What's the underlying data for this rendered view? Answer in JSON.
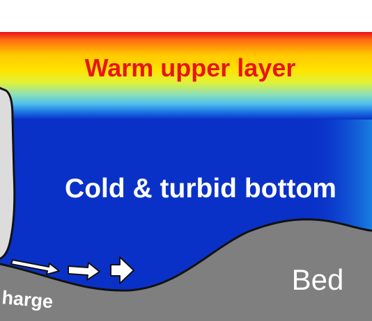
{
  "diagram": {
    "warm_layer_label": "Warm upper layer",
    "cold_layer_label": "Cold & turbid bottom",
    "bed_label": "Bed",
    "discharge_label": "harge",
    "colors": {
      "warm_label": "#e8141b",
      "cold_label": "#ffffff",
      "bed_label": "#ffffff",
      "discharge_label": "#ffffff",
      "water_deep": "#0a31c7",
      "water_shallow_edge": "#1a7ee0",
      "bed_fill": "#7f7f7f",
      "outline": "#111111",
      "structure_fill": "#dcdcdc",
      "arrow_fill": "#ffffff"
    },
    "warm_layer_gradient": [
      "#e8101a",
      "#ff6a10",
      "#ffc800",
      "#ffe400",
      "#dff23a",
      "#8fe0b4",
      "#4fc0ee",
      "#1a6fe0",
      "#0a31c7"
    ],
    "flow_arrows": [
      "small-arrow",
      "medium-arrow",
      "large-arrow"
    ]
  }
}
